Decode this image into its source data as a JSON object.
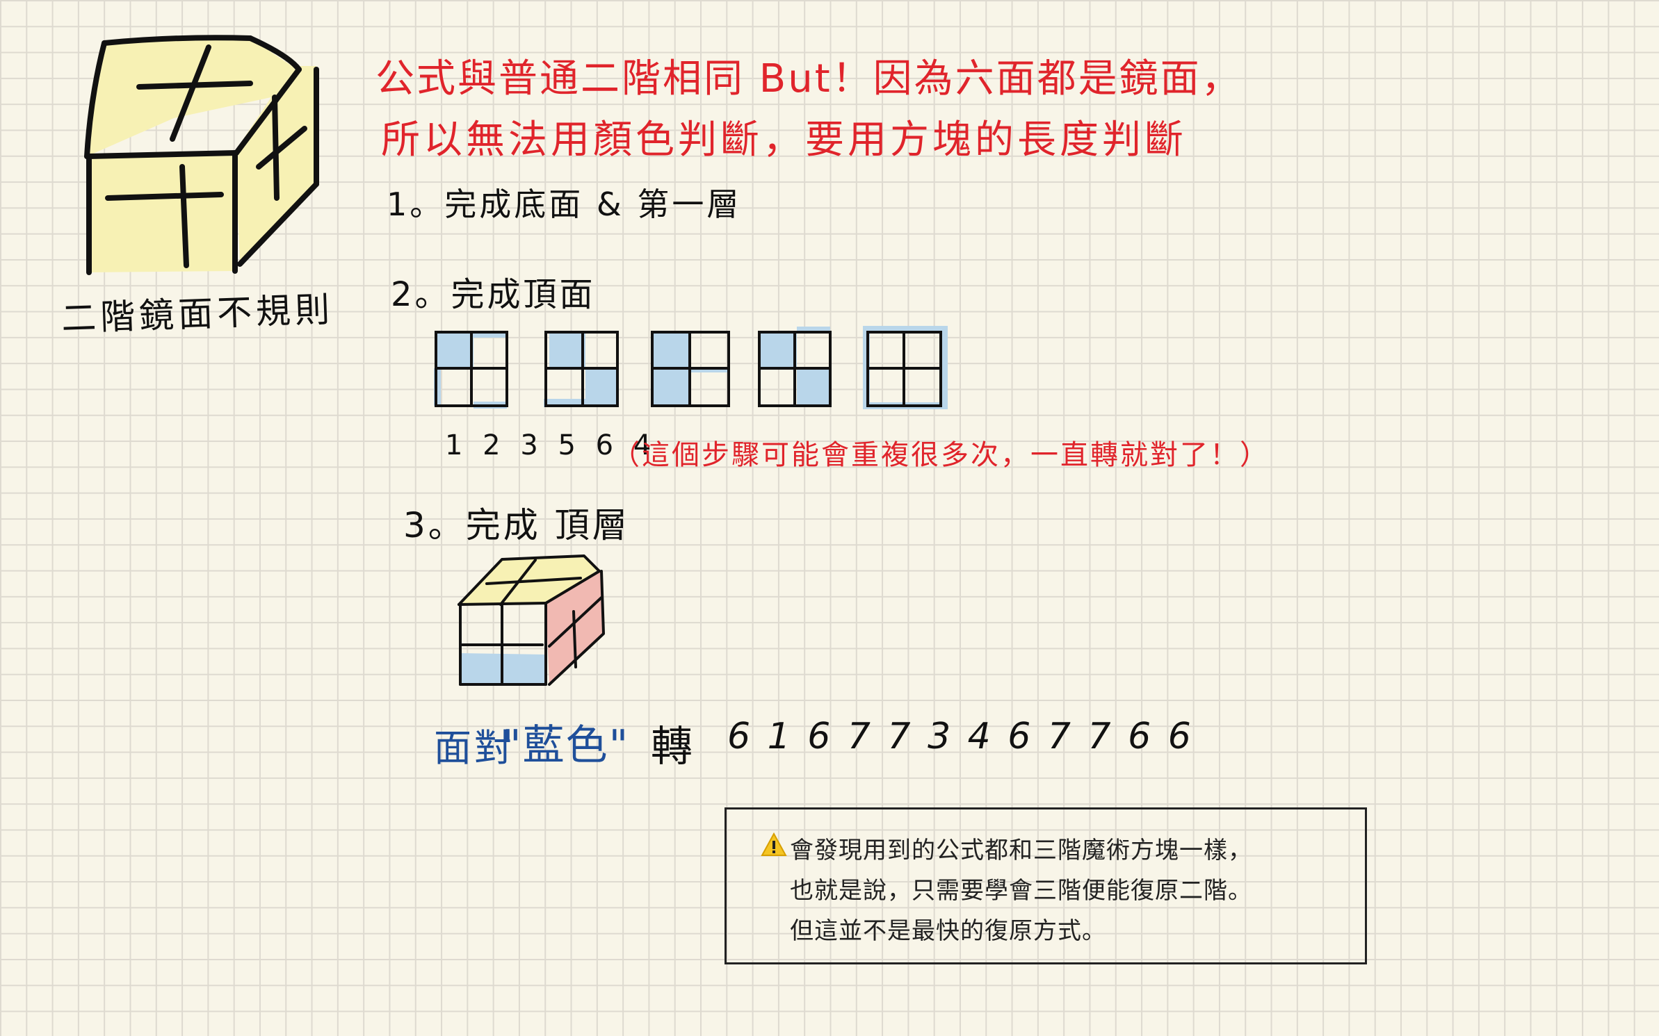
{
  "header": {
    "line1": "公式與普通二階相同 But！因為六面都是鏡面，",
    "line2": "所以無法用顏色判斷，要用方塊的長度判斷"
  },
  "cube_caption": "二階鏡面不規則",
  "steps": [
    {
      "label": "1。完成底面 & 第一層"
    },
    {
      "label": "2。完成頂面"
    },
    {
      "label": "3。完成 頂層"
    }
  ],
  "step2": {
    "sequence": "1 2 3 5 6 4",
    "note": "（這個步驟可能會重複很多次，一直轉就對了！）"
  },
  "step3": {
    "face_prefix": "面對",
    "face_color": "\"藍色\"",
    "turn_label": "轉",
    "sequence": "6 1 6 7 7 3 4 6 7 7 6 6"
  },
  "notice": {
    "icon": "warning-icon",
    "line1": "會發現用到的公式都和三階魔術方塊一樣，",
    "line2": "也就是說，只需要學會三階便能復原二階。",
    "line3": "但這並不是最快的復原方式。"
  },
  "colors": {
    "red_text": "#e0242b",
    "blue_text": "#1f4f9a",
    "yellow_face": "#f7f1b4",
    "blue_cell": "#b9d6ea",
    "pink_face": "#f1b9b2",
    "grid": "#dedad0",
    "paper": "#f8f5e8"
  }
}
